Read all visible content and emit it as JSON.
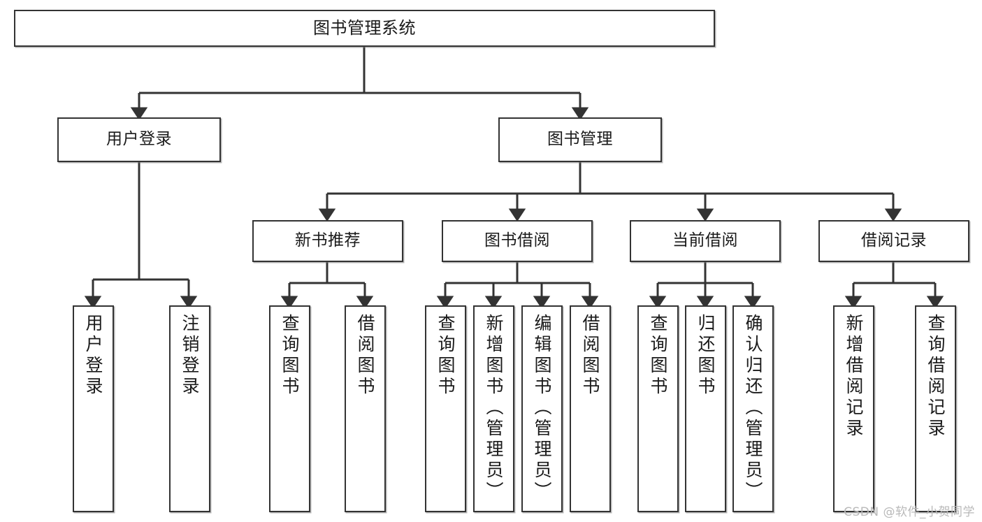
{
  "diagram": {
    "title": "图书管理系统",
    "type": "tree-hierarchy",
    "watermark": "CSDN @软件_小贺同学",
    "colors": {
      "stroke": "#333333",
      "fill": "#ffffff",
      "text": "#1a1a1a",
      "watermark": "#b9b9b9"
    },
    "nodes": {
      "root": {
        "label": "图书管理系统"
      },
      "level2": [
        {
          "label": "用户登录"
        },
        {
          "label": "图书管理"
        }
      ],
      "level3": [
        {
          "label": "新书推荐"
        },
        {
          "label": "图书借阅"
        },
        {
          "label": "当前借阅"
        },
        {
          "label": "借阅记录"
        }
      ],
      "leaves": {
        "user_login": [
          {
            "label": "用户登录"
          },
          {
            "label": "注销登录"
          }
        ],
        "new_book": [
          {
            "label": "查询图书"
          },
          {
            "label": "借阅图书"
          }
        ],
        "book_borrow": [
          {
            "label": "查询图书"
          },
          {
            "label": "新增图书（管理员）"
          },
          {
            "label": "编辑图书（管理员）"
          },
          {
            "label": "借阅图书"
          }
        ],
        "current_borrow": [
          {
            "label": "查询图书"
          },
          {
            "label": "归还图书"
          },
          {
            "label": "确认归还（管理员）"
          }
        ],
        "borrow_record": [
          {
            "label": "新增借阅记录"
          },
          {
            "label": "查询借阅记录"
          }
        ]
      }
    }
  }
}
